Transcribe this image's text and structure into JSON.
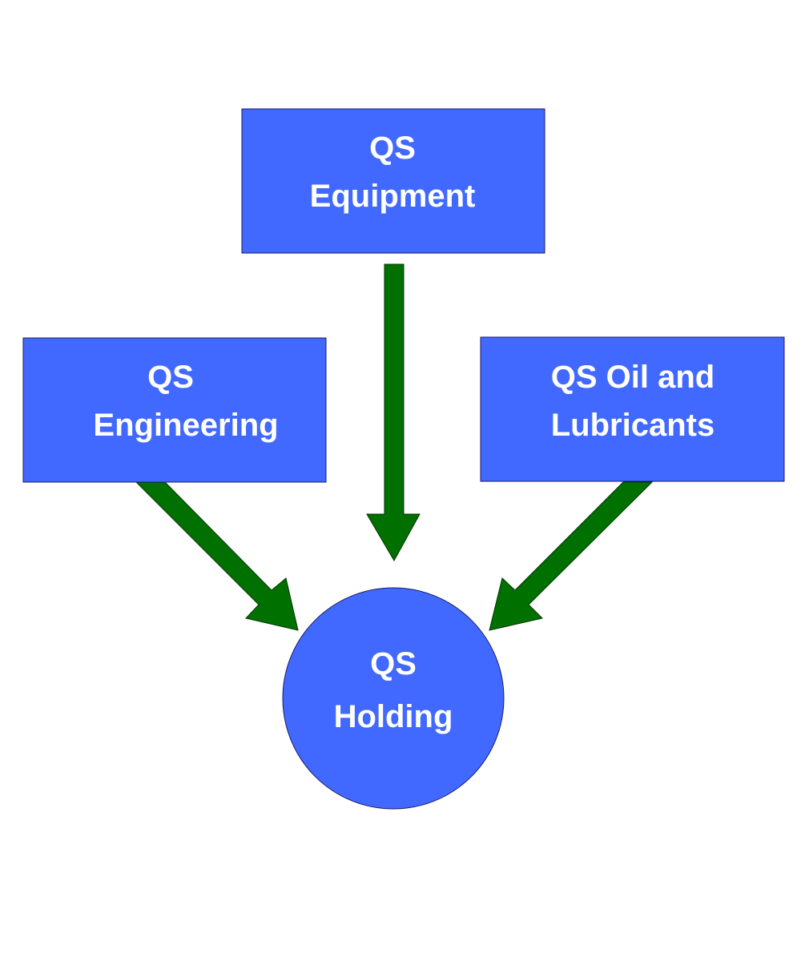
{
  "colors": {
    "node_fill": "#4169FF",
    "node_stroke": "#1a1a66",
    "arrow_fill": "#007000",
    "arrow_stroke": "#003300",
    "text": "#ffffff",
    "background": "#ffffff"
  },
  "nodes": {
    "equipment": {
      "line1": "QS",
      "line2": "Equipment"
    },
    "engineering": {
      "line1": "QS",
      "line2": "Engineering"
    },
    "oil": {
      "line1": "QS Oil and",
      "line2": "Lubricants"
    },
    "holding": {
      "line1": "QS",
      "line2": "Holding"
    }
  },
  "edges": [
    {
      "from": "QS Equipment",
      "to": "QS Holding"
    },
    {
      "from": "QS Engineering",
      "to": "QS Holding"
    },
    {
      "from": "QS Oil and Lubricants",
      "to": "QS Holding"
    }
  ]
}
